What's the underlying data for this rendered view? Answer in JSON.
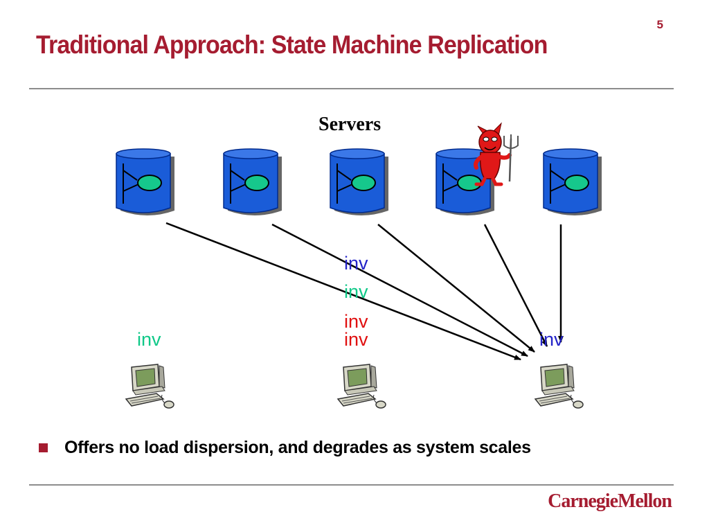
{
  "slide": {
    "number": "5",
    "title": "Traditional Approach: State Machine Replication",
    "servers_label": "Servers",
    "bullet": "Offers no load dispersion, and degrades as system scales",
    "logo": "CarnegieMellon"
  },
  "diagram": {
    "servers": [
      {
        "id": "server-1",
        "faulty": false
      },
      {
        "id": "server-2",
        "faulty": false
      },
      {
        "id": "server-3",
        "faulty": false
      },
      {
        "id": "server-4",
        "faulty": true
      },
      {
        "id": "server-5",
        "faulty": false
      }
    ],
    "clients": [
      "client-left",
      "client-middle",
      "client-right"
    ],
    "invocations": {
      "stack": [
        {
          "text": "inv",
          "color": "#2424c8"
        },
        {
          "text": "inv",
          "color": "#10c888"
        },
        {
          "text": "inv",
          "color": "#e01010"
        }
      ],
      "left_client": {
        "text": "inv",
        "color": "#10c888"
      },
      "middle_client": {
        "text": "inv",
        "color": "#e01010"
      },
      "right_client": {
        "text": "inv",
        "color": "#2424c8"
      }
    },
    "colors": {
      "server_fill": "#1a5cd8",
      "server_top": "#3b78e8",
      "ellipse": "#16c88c",
      "title": "#a51c30",
      "devil": "#e01818"
    },
    "icons": [
      "database-server-icon",
      "devil-icon",
      "computer-client-icon"
    ]
  }
}
